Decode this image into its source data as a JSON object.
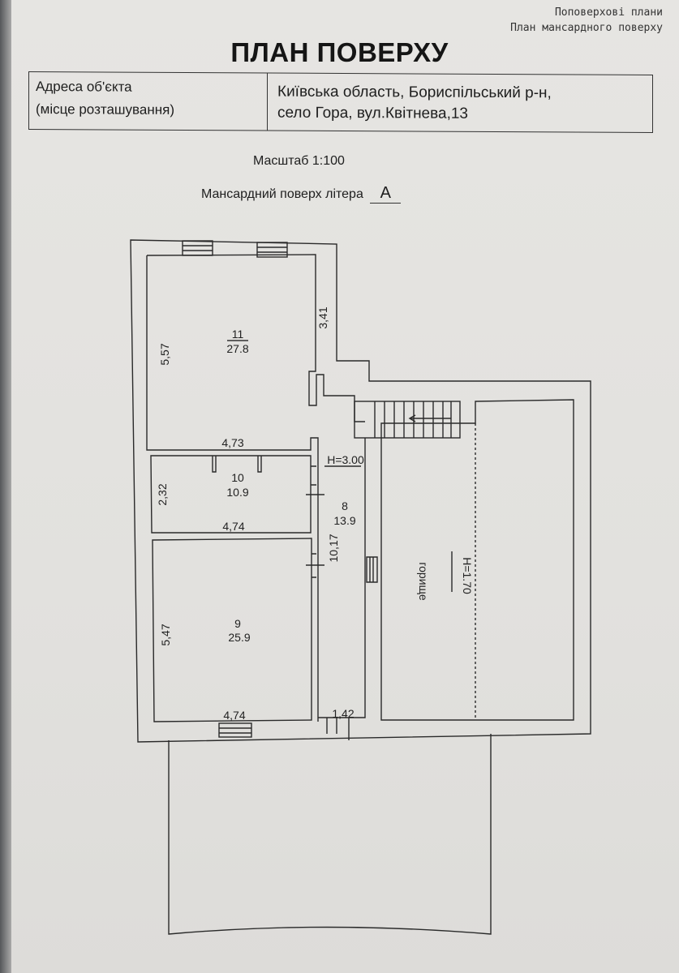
{
  "header": {
    "line1": "Поповерхові плани",
    "line2": "План мансардного поверху"
  },
  "title": "ПЛАН ПОВЕРХУ",
  "address": {
    "label_line1": "Адреса об'єкта",
    "label_line2": "(місце розташування)",
    "value_line1": "Київська область, Бориспільський р-н,",
    "value_line2": "село Гора, вул.Квітнева,13"
  },
  "scale": "Масштаб 1:100",
  "floor": {
    "label": "Мансардний поверх  літера",
    "letter": "А"
  },
  "rooms": [
    {
      "number": "11",
      "area": "27.8",
      "dims": [
        "5,57",
        "3,41",
        "4,73"
      ]
    },
    {
      "number": "10",
      "area": "10.9",
      "dims": [
        "2,32",
        "4,74"
      ]
    },
    {
      "number": "9",
      "area": "25.9",
      "dims": [
        "5,47",
        "4,74"
      ]
    },
    {
      "number": "8",
      "area": "13.9",
      "dims": [
        "10,17",
        "1,42"
      ],
      "height": "H=3.00"
    },
    {
      "name": "горище",
      "height": "H=1.70"
    }
  ]
}
